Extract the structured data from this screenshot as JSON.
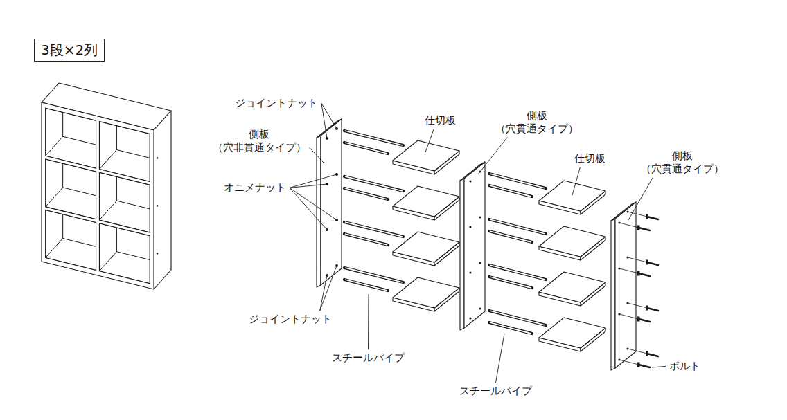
{
  "diagram": {
    "nodes": [
      {
        "text": [
          "3段×2列"
        ]
      }
    ],
    "labels": [
      "ジョイントナット",
      "側板 （穴非貫通タイプ）",
      "オニメナット",
      "ジョイントナット",
      "スチールパイプ",
      "仕切板",
      "側板 （穴貫通タイプ）",
      "仕切板",
      "側板 （穴貫通タイプ）",
      "スチールパイプ",
      "ボルト"
    ]
  }
}
